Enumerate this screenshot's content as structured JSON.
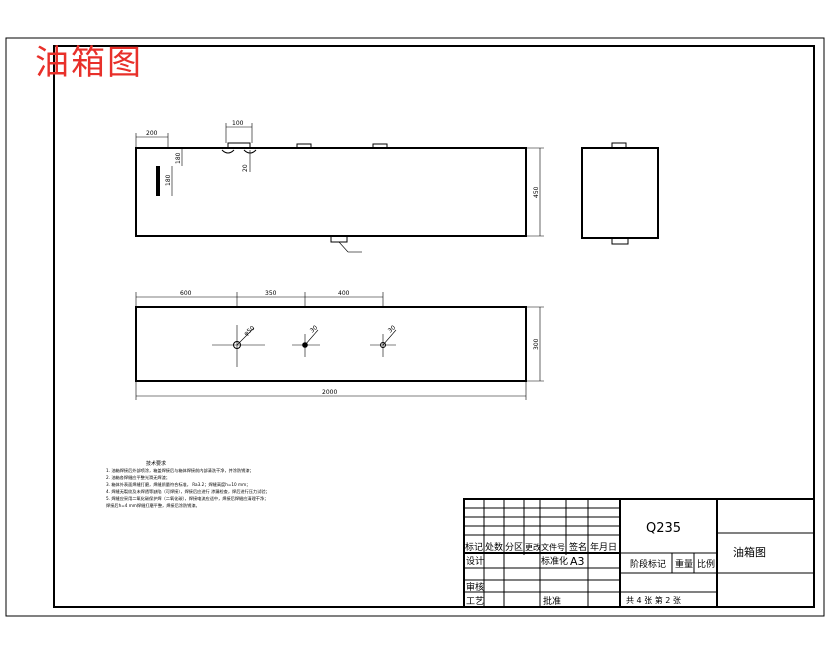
{
  "title_red": "油箱图",
  "colors": {
    "title": "#e8302a",
    "line": "#000000"
  },
  "front_view": {
    "dim_top_offset": "200",
    "dim_flange_width": "100",
    "dim_flange_height": "20",
    "dim_gauge_offset": "180",
    "dim_gauge_length": "180",
    "dim_height": "450"
  },
  "top_view": {
    "dim_seg1": "600",
    "dim_seg2": "350",
    "dim_seg3": "400",
    "dim_total": "2000",
    "dim_width": "300",
    "dim_hole1": "φ50",
    "dim_hole2": "30",
    "dim_hole3": "30"
  },
  "notes": {
    "heading": "技术要求",
    "lines": [
      "1. 油箱焊接后外部喷涂，箱盖焊接后与箱体焊接前内部清洗干净，并涂防锈漆；",
      "2. 油箱各焊缝应平整光滑无焊渣；",
      "3. 箱体外表面焊缝打磨，焊缝质量符合标准，       Ra3.2；焊缝高度h=10 mm；",
      "4. 焊缝无裂纹及未焊透等缺陷（可焊接），焊接后应进行    渗漏检查，焊后进行压力试验；",
      "5. 焊缝应采用二氧化碳保护焊（二氧化碳），焊接电流应适中，焊接后焊缝应清理干净；",
      "   焊接后h=4 mm焊缝打磨平整，焊接后涂防锈漆。"
    ]
  },
  "title_block": {
    "material": "Q235",
    "drawing_name": "油箱图",
    "header_cells": [
      "标记",
      "处数",
      "分区",
      "更改文件号",
      "签名",
      "年月日"
    ],
    "design_label": "设计",
    "std_label": "标准化",
    "sheet_size": "A3",
    "stage_label": "阶段标记",
    "weight_label": "重量",
    "scale_label": "比例",
    "check_label": "审核",
    "process_label": "工艺",
    "approve_label": "批准",
    "sheet_count": "共 4  张  第 2 张"
  }
}
